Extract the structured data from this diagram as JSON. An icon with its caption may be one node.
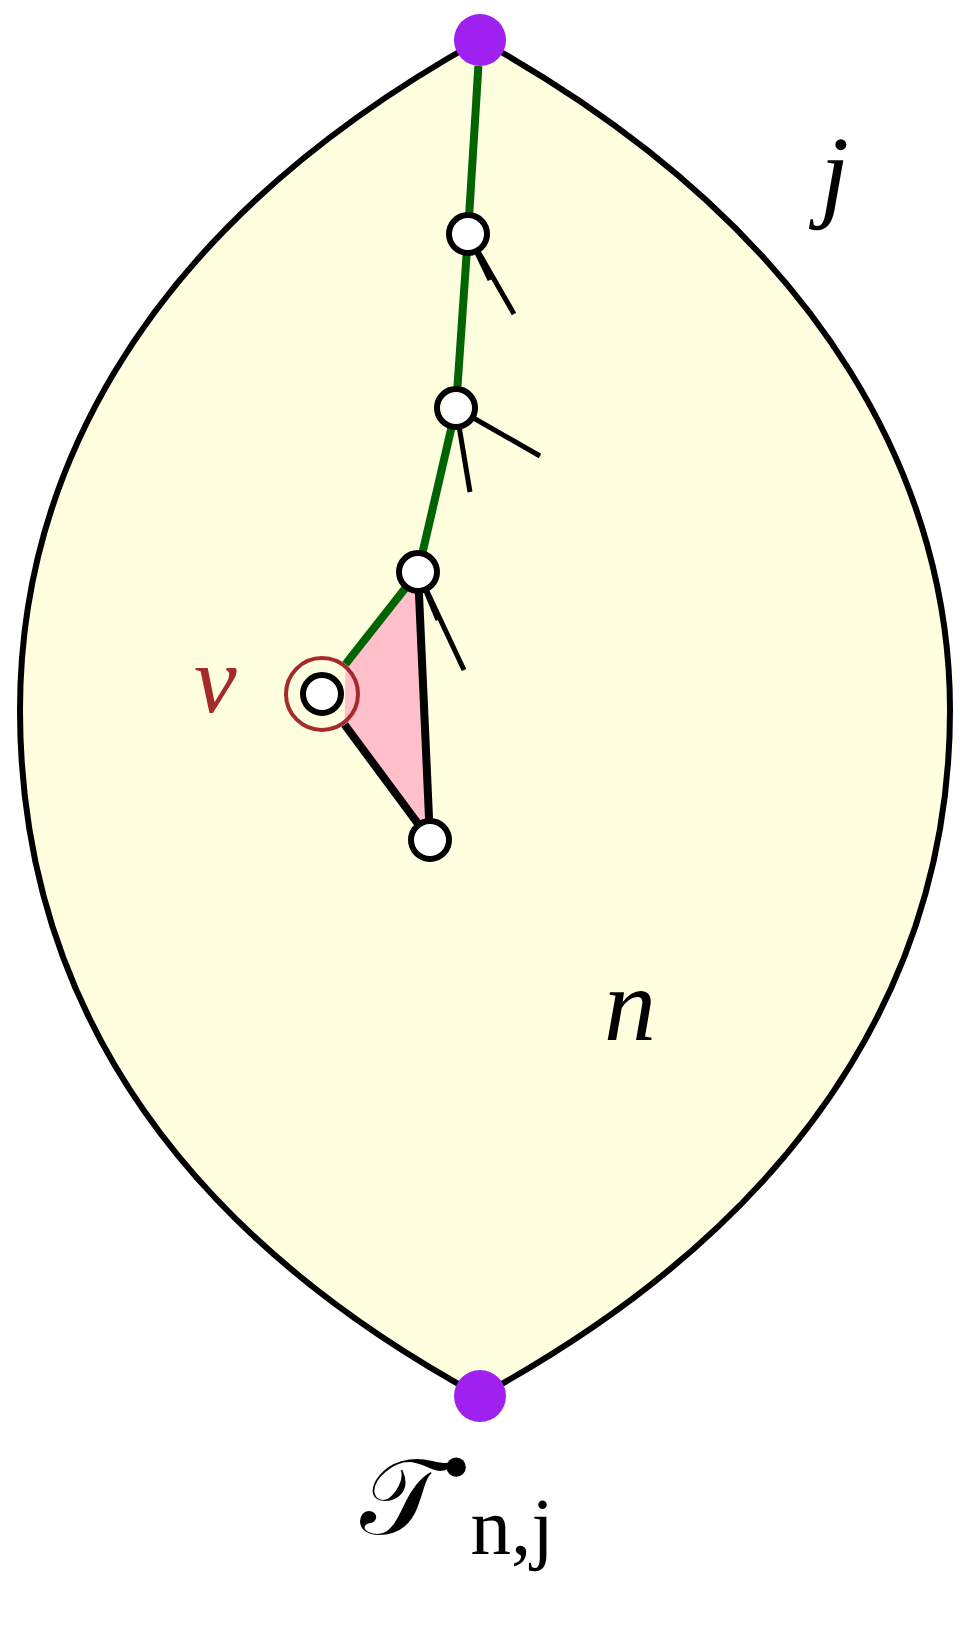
{
  "diagram": {
    "caption": "𝒯$^{•}$$_{n,j}$",
    "nodes": [
      {
        "text": [
          "j",
          "n"
        ]
      },
      {
        "text": [],
        "shape": "circle"
      },
      {
        "text": [],
        "shape": "circle",
        "in": 0
      },
      {
        "text": [],
        "shape": "circle",
        "in": 0
      },
      {
        "text": [],
        "shape": "circle",
        "in": 0
      },
      {
        "text": [],
        "shape": "circle",
        "beside": [
          "v"
        ],
        "in": 0
      },
      {
        "text": [],
        "shape": "circle",
        "in": 0
      },
      {
        "text": [],
        "shape": "circle"
      }
    ],
    "edges": [
      {
        "from": 1,
        "to": 2,
        "arrow": "none"
      },
      {
        "from": 2,
        "to": 3,
        "arrow": "none"
      },
      {
        "from": 3,
        "to": 4,
        "arrow": "none"
      },
      {
        "from": 4,
        "to": 5,
        "arrow": "none"
      },
      {
        "from": 4,
        "to": 6,
        "arrow": "none",
        "color": "#000000"
      },
      {
        "from": 5,
        "to": 6,
        "arrow": "none",
        "color": "#000000"
      }
    ]
  }
}
